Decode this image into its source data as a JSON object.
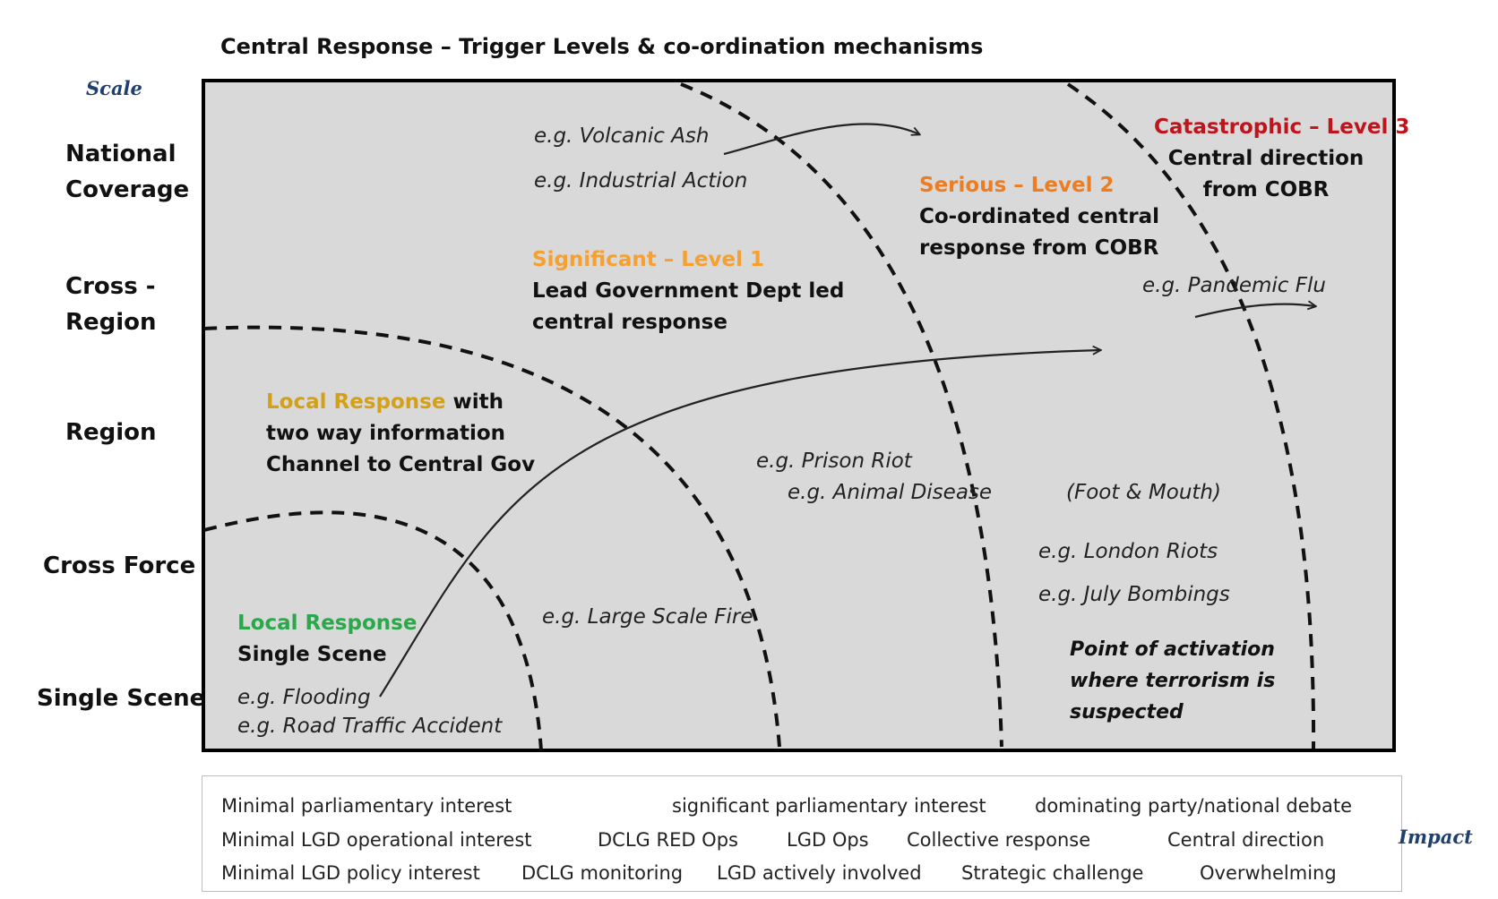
{
  "title": "Central Response – Trigger Levels & co-ordination mechanisms",
  "scale_label": "Scale",
  "impact_label": "Impact",
  "scale_levels": {
    "national_1": "National",
    "national_2": "Coverage",
    "cross_region_1": "Cross -",
    "cross_region_2": "Region",
    "region": "Region",
    "cross_force": "Cross Force",
    "single_scene": "Single Scene"
  },
  "zones": {
    "local": {
      "heading": "Local Response",
      "desc": "Single Scene",
      "color": "#2aa84a"
    },
    "local_two_way": {
      "heading": "Local Response",
      "heading_suffix": " with",
      "desc_1": "two way information",
      "desc_2": "Channel to Central Gov",
      "color": "#d4a017"
    },
    "level1": {
      "heading": "Significant  – Level 1",
      "desc_1": "Lead Government Dept led",
      "desc_2": "central response",
      "color": "#f5a030"
    },
    "level2": {
      "heading": "Serious – Level 2",
      "desc_1": "Co-ordinated central",
      "desc_2": "response from COBR",
      "color": "#ee7d22"
    },
    "level3": {
      "heading": "Catastrophic  – Level 3",
      "desc_1": "Central direction",
      "desc_2": "from COBR",
      "color": "#c0141c"
    }
  },
  "examples": {
    "volcanic_ash": "e.g. Volcanic Ash",
    "industrial_action": "e.g. Industrial Action",
    "pandemic_flu": "e.g. Pandemic Flu",
    "prison_riot": "e.g. Prison Riot",
    "animal_disease": "e.g. Animal Disease",
    "foot_mouth": "(Foot & Mouth)",
    "london_riots": "e.g. London Riots",
    "july_bombings": "e.g. July Bombings",
    "large_scale_fire": "e.g. Large Scale Fire",
    "flooding": "e.g. Flooding",
    "road_traffic": "e.g. Road Traffic Accident"
  },
  "terrorism_note": {
    "line1": "Point of activation",
    "line2": "where terrorism is",
    "line3": "suspected"
  },
  "footer": {
    "row1": [
      "Minimal parliamentary interest",
      "significant parliamentary interest",
      "dominating  party/national debate"
    ],
    "row2": [
      "Minimal LGD operational interest",
      "DCLG RED Ops",
      "LGD Ops",
      "Collective response",
      "Central direction"
    ],
    "row3": [
      "Minimal LGD policy  interest",
      "DCLG monitoring",
      "LGD actively involved",
      "Strategic challenge",
      "Overwhelming"
    ]
  }
}
